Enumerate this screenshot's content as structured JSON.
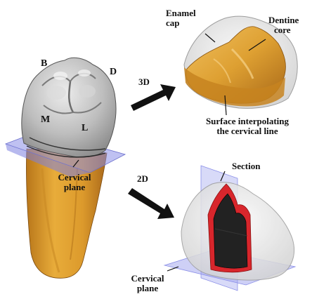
{
  "labels": {
    "buccal": "B",
    "distal": "D",
    "mesial": "M",
    "lingual": "L",
    "cervical_plane_left_1": "Cervical",
    "cervical_plane_left_2": "plane",
    "arrow_3d": "3D",
    "arrow_2d": "2D",
    "enamel_cap_1": "Enamel",
    "enamel_cap_2": "cap",
    "dentine_core_1": "Dentine",
    "dentine_core_2": "core",
    "surface_1": "Surface interpolating",
    "surface_2": "the cervical line",
    "section": "Section",
    "cervical_plane_bottom_1": "Cervical",
    "cervical_plane_bottom_2": "plane"
  },
  "colors": {
    "enamel": "#c9c9c9",
    "dentine": "#e0a12a",
    "root": "#dc9a2c",
    "plane": "#8a8ee8",
    "section_red": "#d8262c",
    "section_dark": "#222222",
    "arrow": "#111111"
  }
}
